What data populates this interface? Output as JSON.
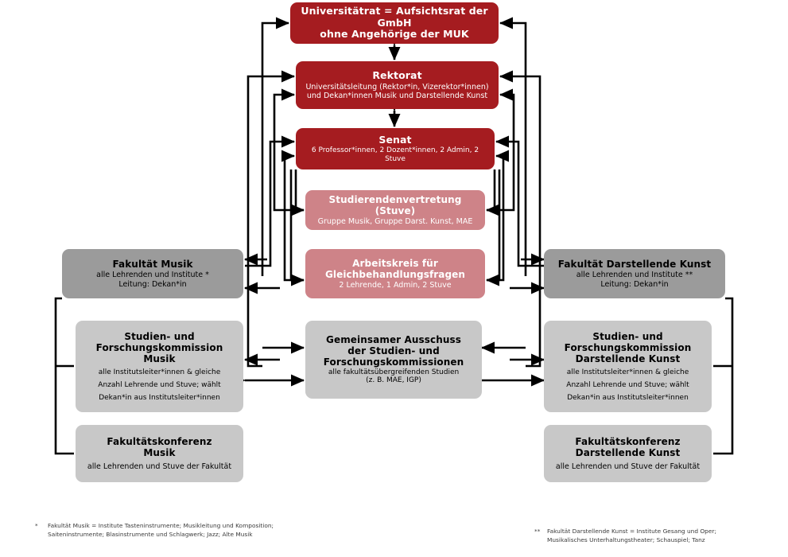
{
  "diagram": {
    "title": "MUK Organigramm",
    "colors": {
      "red": "#a51c20",
      "pink": "#ce8388",
      "gray": "#9b9b9b",
      "light_gray": "#c8c8c8",
      "connector": "#000000",
      "background": "#ffffff"
    }
  },
  "nodes": {
    "universitaetsrat": {
      "title": "Universitätrat = Aufsichtsrat der GmbH",
      "title2": "ohne Angehörige der MUK",
      "sub": "",
      "color": "red"
    },
    "rektorat": {
      "title": "Rektorat",
      "sub": "Universitätsleitung (Rektor*in, Vizerektor*innen)",
      "sub2": "und Dekan*innen Musik und Darstellende Kunst",
      "color": "red"
    },
    "senat": {
      "title": "Senat",
      "sub": "6 Professor*innen, 2 Dozent*innen, 2 Admin, 2 Stuve",
      "color": "red"
    },
    "stuve": {
      "title": "Studierendenvertretung (Stuve)",
      "sub": "Gruppe Musik, Gruppe Darst. Kunst, MAE",
      "color": "pink"
    },
    "arbeitskreis": {
      "title": "Arbeitskreis für",
      "title2": "Gleichbehandlungsfragen",
      "sub": "2 Lehrende, 1 Admin, 2 Stuve",
      "color": "pink"
    },
    "fakultaet_musik": {
      "title": "Fakultät Musik",
      "sub": "alle Lehrenden und Institute *",
      "sub2": "Leitung: Dekan*in",
      "color": "gray"
    },
    "fakultaet_darstellende_kunst": {
      "title": "Fakultät Darstellende Kunst",
      "sub": "alle Lehrenden und Institute **",
      "sub2": "Leitung: Dekan*in",
      "color": "gray"
    },
    "sfk_musik": {
      "title": "Studien- und",
      "title2": "Forschungskommission",
      "title3": "Musik",
      "sub": "alle Institutsleiter*innen & gleiche",
      "sub2": "Anzahl Lehrende und Stuve; wählt",
      "sub3": "Dekan*in aus Institutsleiter*innen",
      "color": "light_gray"
    },
    "gemeinsamer_ausschuss": {
      "title": "Gemeinsamer Ausschuss",
      "title2": "der Studien- und",
      "title3": "Forschungskommissionen",
      "sub": "alle fakultätsübergreifenden Studien",
      "sub2": "(z. B. MAE, IGP)",
      "color": "light_gray"
    },
    "sfk_darstellende_kunst": {
      "title": "Studien- und",
      "title2": "Forschungskommission",
      "title3": "Darstellende Kunst",
      "sub": "alle Institutsleiter*innen & gleiche",
      "sub2": "Anzahl Lehrende und Stuve; wählt",
      "sub3": "Dekan*in aus Institutsleiter*innen",
      "color": "light_gray"
    },
    "fakultaetskonferenz_musik": {
      "title": "Fakultätskonferenz",
      "title2": "Musik",
      "sub": "alle Lehrenden und Stuve der Fakultät",
      "color": "light_gray"
    },
    "fakultaetskonferenz_dk": {
      "title": "Fakultätskonferenz",
      "title2": "Darstellende Kunst",
      "sub": "alle Lehrenden und Stuve der Fakultät",
      "color": "light_gray"
    }
  },
  "footnotes": {
    "left": {
      "mark": "*",
      "line1": "Fakultät Musik = Institute Tasteninstrumente; Musikleitung und Komposition;",
      "line2": "Saiteninstrumente; Blasinstrumente und Schlagwerk; Jazz; Alte Musik"
    },
    "right": {
      "mark": "**",
      "line1": "Fakultät Darstellende Kunst = Institute Gesang und Oper;",
      "line2": "Musikalisches Unterhaltungstheater; Schauspiel; Tanz"
    }
  }
}
